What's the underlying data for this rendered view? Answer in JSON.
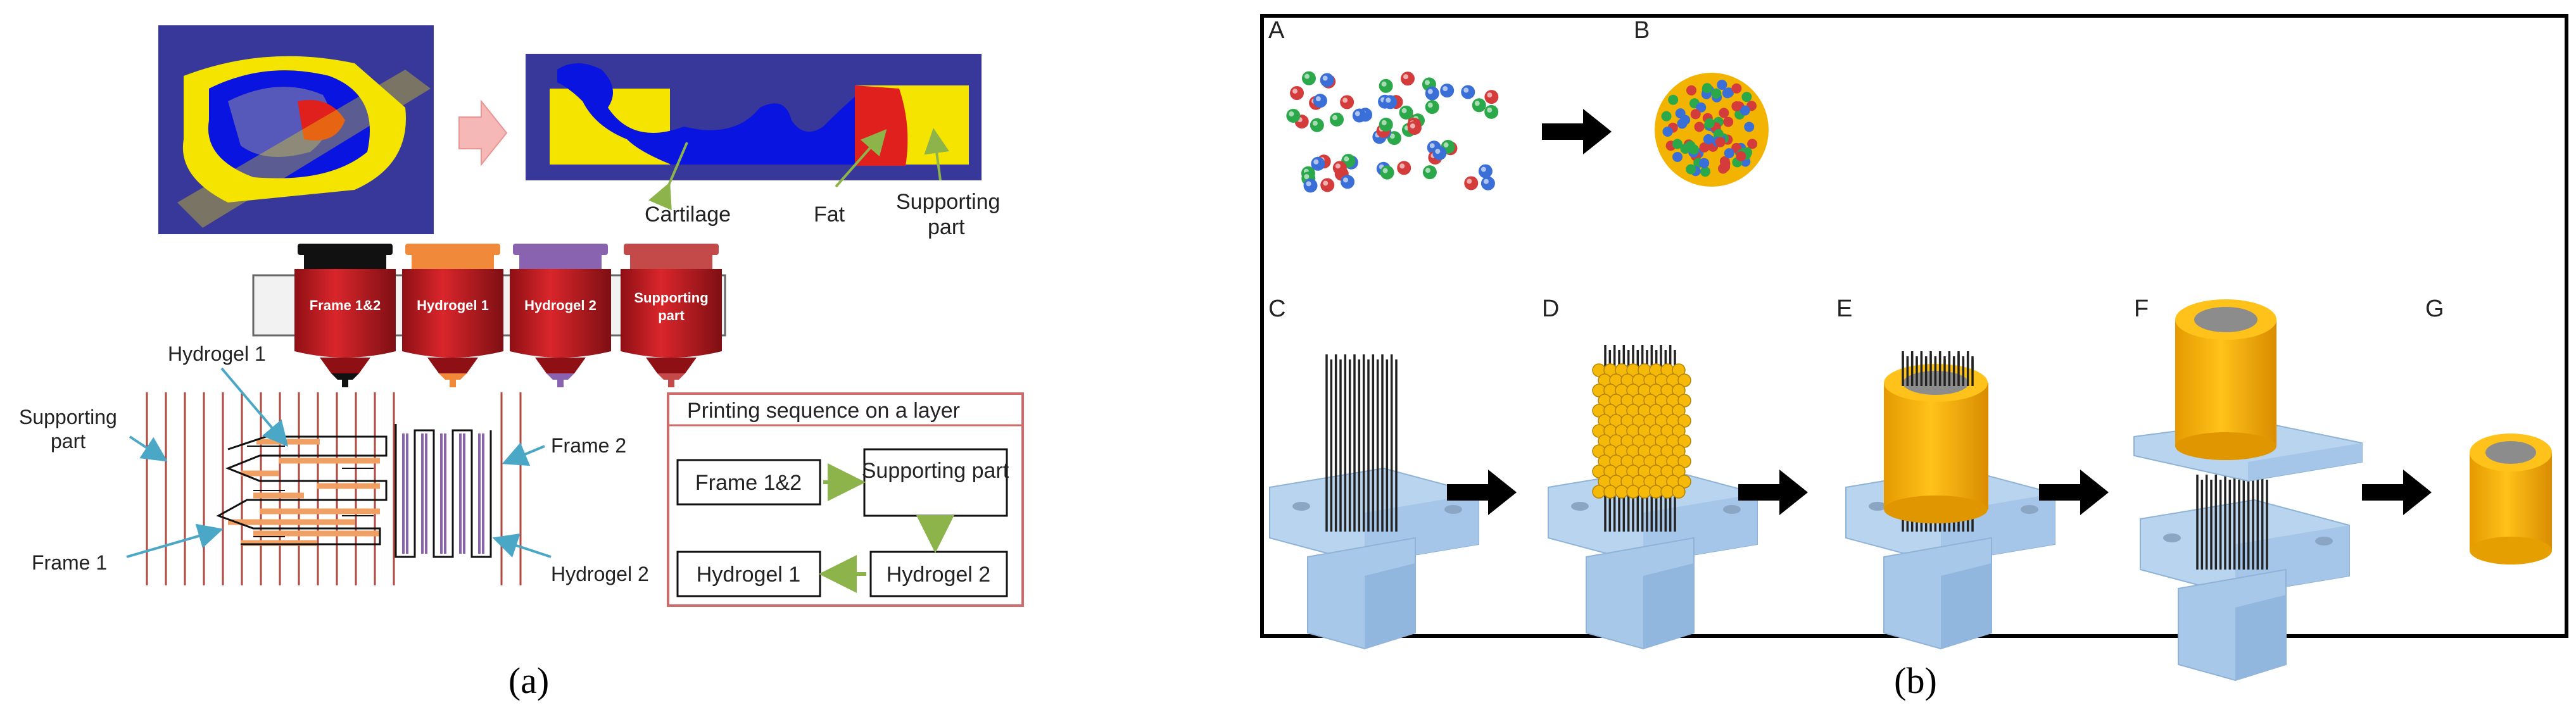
{
  "panel_a": {
    "labels": {
      "cartilage": "Cartilage",
      "fat": "Fat",
      "supporting_part_line1": "Supporting",
      "supporting_part_line2": "part",
      "hydrogel1_top": "Hydrogel 1",
      "supporting_left_line1": "Supporting",
      "supporting_left_line2": "part",
      "frame1": "Frame 1",
      "frame2": "Frame 2",
      "hydrogel2": "Hydrogel 2"
    },
    "cartridges": [
      {
        "label": "Frame 1&2",
        "color": "#c0262b",
        "cap": "#111111"
      },
      {
        "label": "Hydrogel 1",
        "color": "#c0262b",
        "cap": "#f08a3a"
      },
      {
        "label": "Hydrogel 2",
        "color": "#c0262b",
        "cap": "#8a63b0"
      },
      {
        "label": "Supporting part",
        "color": "#c0262b",
        "cap": "#c44a4a"
      }
    ],
    "sequence": {
      "title": "Printing sequence on a layer",
      "steps": [
        "Frame 1&2",
        "Supporting part",
        "Hydrogel 2",
        "Hydrogel 1"
      ]
    },
    "caption": "(a)"
  },
  "panel_b": {
    "step_labels": [
      "A",
      "B",
      "C",
      "D",
      "E",
      "F",
      "G"
    ],
    "caption": "(b)"
  },
  "colors": {
    "yellow": "#f4e400",
    "blue": "#0a14e0",
    "navy": "#3a3a8a",
    "red": "#e0201c",
    "teal_arrow": "#4aa7c6",
    "green_arrow": "#8db44a",
    "stage_blue": "#b8d4ee",
    "gold": "#f2b400"
  }
}
